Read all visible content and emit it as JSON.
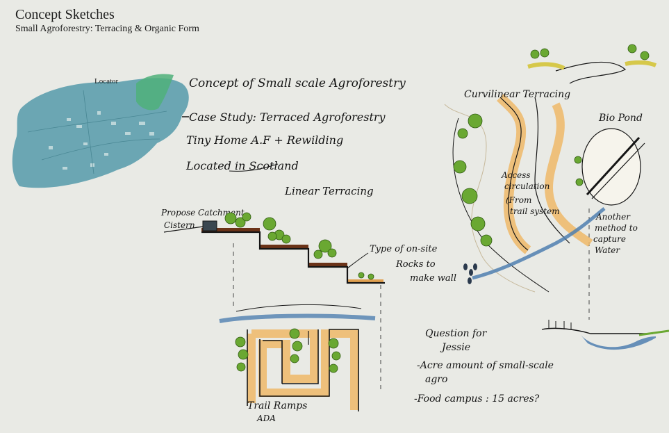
{
  "header": {
    "title": "Concept Sketches",
    "subtitle": "Small Agroforestry: Terracing & Organic Form"
  },
  "locator_map": {
    "label": "Locator"
  },
  "notes": {
    "concept": "Concept of Small scale Agroforestry",
    "case_study": "Case Study: Terraced Agroforestry",
    "tiny_home": "Tiny Home A.F + Rewilding",
    "located": "Located in Scotland",
    "linear_terracing": "Linear Terracing",
    "propose_cistern_1": "Propose Catchment",
    "propose_cistern_2": "Cistern",
    "rocks_1": "Type of on-site",
    "rocks_2": "Rocks to",
    "rocks_3": "make wall",
    "curvilinear": "Curvilinear Terracing",
    "bio_pond": "Bio Pond",
    "access_1": "Access",
    "access_2": "circulation",
    "access_3": "(From",
    "access_4": "trail system",
    "another_1": "Another",
    "another_2": "method to",
    "another_3": "capture",
    "another_4": "Water",
    "trail_ramps_1": "Trail Ramps",
    "trail_ramps_2": "ADA",
    "questions_1": "Question for",
    "questions_2": "Jessie",
    "acre_1": "-Acre amount of small-scale",
    "acre_2": "agro",
    "food_campus": "-Food campus : 15 acres?"
  },
  "colors": {
    "paper": "#e9eae5",
    "ink": "#141414",
    "map_teal": "#5d9fad",
    "map_green": "#4fb07a",
    "tree_green": "#6aa832",
    "soil_brown": "#6b3318",
    "water_blue": "#4f7fb0",
    "path_orange": "#efb868"
  }
}
